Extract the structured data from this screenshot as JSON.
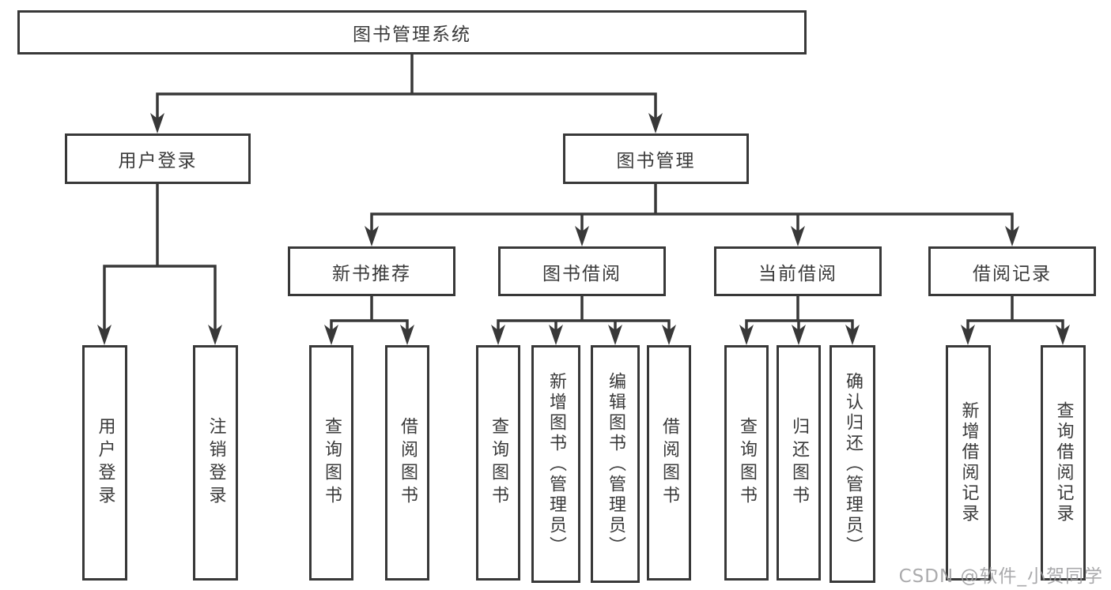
{
  "diagram": {
    "type": "hierarchy-tree",
    "root": {
      "label": "图书管理系统",
      "children": [
        {
          "label": "用户登录",
          "children": [
            {
              "label": "用户登录"
            },
            {
              "label": "注销登录"
            }
          ]
        },
        {
          "label": "图书管理",
          "children": [
            {
              "label": "新书推荐",
              "children": [
                {
                  "label": "查询图书"
                },
                {
                  "label": "借阅图书"
                }
              ]
            },
            {
              "label": "图书借阅",
              "children": [
                {
                  "label": "查询图书"
                },
                {
                  "label": "新增图书（管理员）"
                },
                {
                  "label": "编辑图书（管理员）"
                },
                {
                  "label": "借阅图书"
                }
              ]
            },
            {
              "label": "当前借阅",
              "children": [
                {
                  "label": "查询图书"
                },
                {
                  "label": "归还图书"
                },
                {
                  "label": "确认归还（管理员）"
                }
              ]
            },
            {
              "label": "借阅记录",
              "children": [
                {
                  "label": "新增借阅记录"
                },
                {
                  "label": "查询借阅记录"
                }
              ]
            }
          ]
        }
      ]
    },
    "watermark": "CSDN @软件_小贺同学"
  },
  "colors": {
    "line": "#383838",
    "text": "#3a3a3a",
    "bg": "#ffffff",
    "watermark": "#9c9c9e"
  }
}
